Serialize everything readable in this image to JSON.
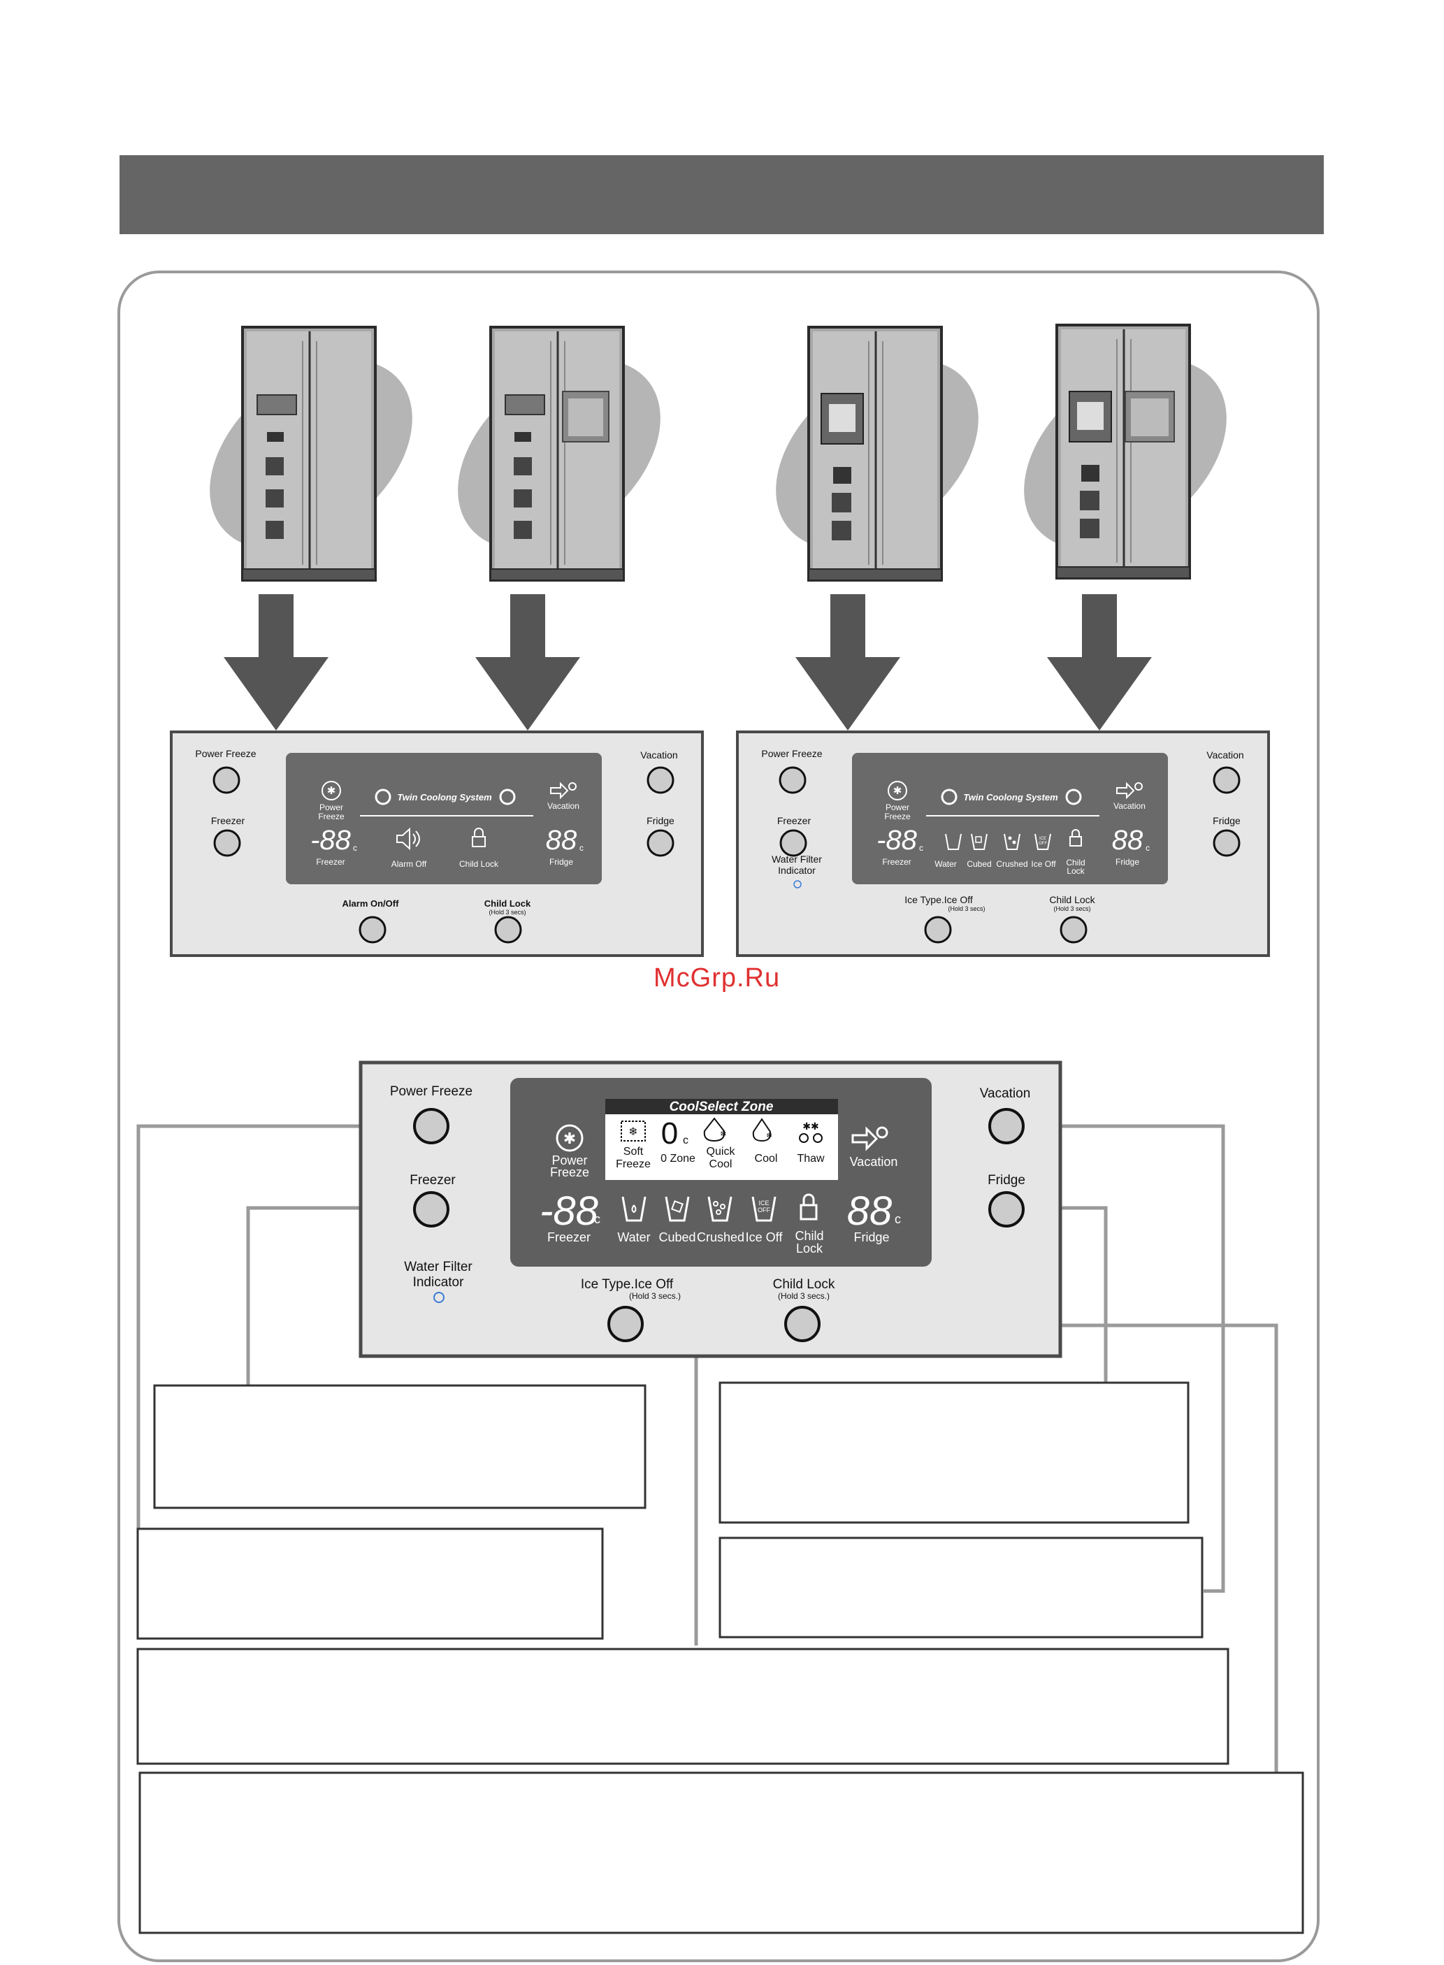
{
  "watermark": "McGrp.Ru",
  "panel_a": {
    "power_freeze": "Power Freeze",
    "freezer": "Freezer",
    "vacation": "Vacation",
    "fridge": "Fridge",
    "twin": "Twin Coolong System",
    "disp_power": "Power",
    "disp_freeze": "Freeze",
    "disp_vacation": "Vacation",
    "digits_left": "-88",
    "digits_right": "88",
    "unit": "c",
    "disp_freezer": "Freezer",
    "disp_fridge": "Fridge",
    "alarm_off": "Alarm Off",
    "child_lock": "Child Lock",
    "btn_alarm": "Alarm On/Off",
    "btn_child": "Child Lock",
    "hold": "(Hold 3 secs)"
  },
  "panel_b": {
    "power_freeze": "Power Freeze",
    "freezer": "Freezer",
    "vacation": "Vacation",
    "fridge": "Fridge",
    "twin": "Twin Coolong System",
    "disp_power": "Power",
    "disp_freeze": "Freeze",
    "disp_vacation": "Vacation",
    "digits_left": "-88",
    "digits_right": "88",
    "unit": "c",
    "disp_freezer": "Freezer",
    "disp_fridge": "Fridge",
    "water": "Water",
    "cubed": "Cubed",
    "crushed": "Crushed",
    "ice_off": "Ice Off",
    "child": "Child",
    "lock": "Lock",
    "ice_off_badge": "ICE",
    "ice_off_badge2": "OFF",
    "water_filter": "Water Filter",
    "indicator": "Indicator",
    "btn_ice": "Ice Type.Ice Off",
    "btn_ice_hold": "(Hold 3 secs)",
    "btn_child": "Child Lock",
    "btn_child_hold": "(Hold 3 secs)"
  },
  "panel_c": {
    "power_freeze": "Power Freeze",
    "freezer": "Freezer",
    "vacation": "Vacation",
    "fridge": "Fridge",
    "coolselect": "CoolSelect Zone",
    "soft": "Soft",
    "freeze": "Freeze",
    "zero": "0",
    "zero_unit": "c",
    "zero_zone": "0 Zone",
    "quick": "Quick",
    "cool_word": "Cool",
    "cool": "Cool",
    "thaw": "Thaw",
    "disp_power": "Power",
    "disp_freeze": "Freeze",
    "disp_vacation": "Vacation",
    "digits_left": "-88",
    "digits_right": "88",
    "unit": "c",
    "disp_freezer": "Freezer",
    "disp_fridge": "Fridge",
    "water": "Water",
    "cubed": "Cubed",
    "crushed": "Crushed",
    "ice_off": "Ice Off",
    "child": "Child",
    "lock": "Lock",
    "ice_off_badge": "ICE",
    "ice_off_badge2": "OFF",
    "water_filter": "Water Filter",
    "indicator": "Indicator",
    "btn_ice": "Ice Type.Ice Off",
    "btn_ice_hold": "(Hold 3 secs.)",
    "btn_child": "Child Lock",
    "btn_child_hold": "(Hold 3 secs.)"
  }
}
